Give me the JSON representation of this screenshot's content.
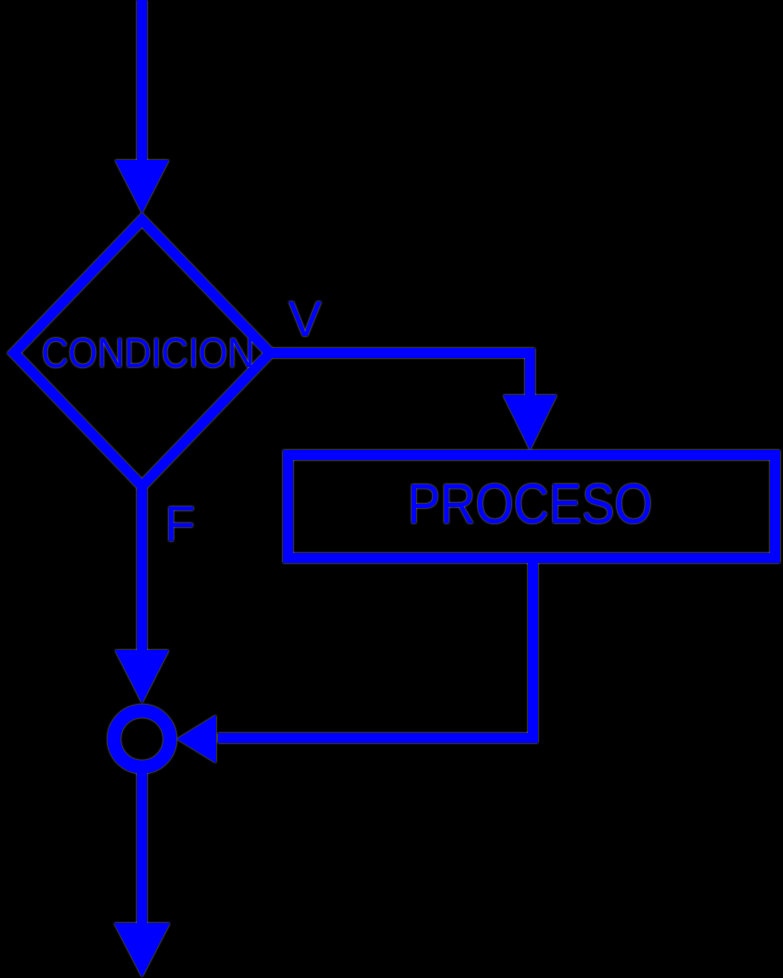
{
  "flowchart": {
    "background_color": "#000000",
    "line_color": "#0000ff",
    "decision": {
      "label": "CONDICION"
    },
    "process": {
      "label": "PROCESO"
    },
    "true_branch": {
      "label": "V"
    },
    "false_branch": {
      "label": "F"
    }
  }
}
